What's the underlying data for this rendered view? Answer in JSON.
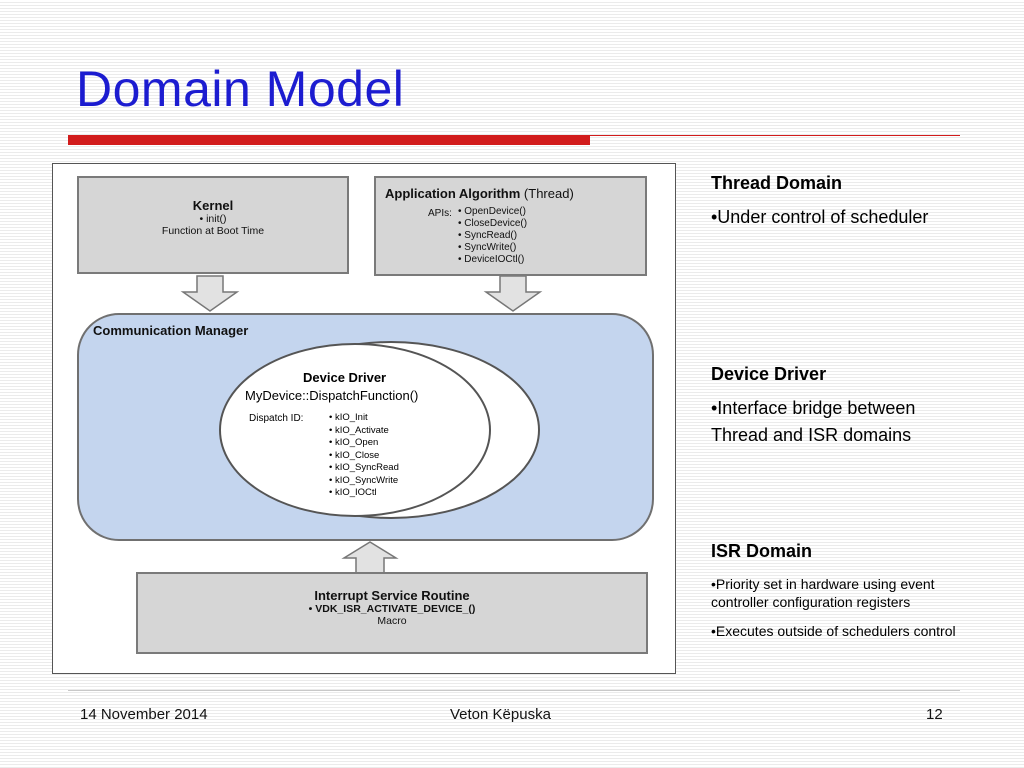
{
  "slide": {
    "title": "Domain Model"
  },
  "diagram": {
    "kernel": {
      "title": "Kernel",
      "lines": [
        "• init()",
        "Function at Boot Time"
      ]
    },
    "application": {
      "title": "Application Algorithm",
      "title_suffix": "(Thread)",
      "apis_label": "APIs:",
      "apis": [
        "• OpenDevice()",
        "• CloseDevice()",
        "• SyncRead()",
        "• SyncWrite()",
        "• DeviceIOCtl()"
      ]
    },
    "communication_manager": {
      "label": "Communication Manager"
    },
    "device_driver": {
      "title": "Device Driver",
      "function": "MyDevice::DispatchFunction()",
      "dispatch_label": "Dispatch ID:",
      "dispatch_ids": [
        "• kIO_Init",
        "• kIO_Activate",
        "• kIO_Open",
        "• kIO_Close",
        "• kIO_SyncRead",
        "• kIO_SyncWrite",
        "• kIO_IOCtl"
      ]
    },
    "isr": {
      "title": "Interrupt Service Routine",
      "line1": "•  VDK_ISR_ACTIVATE_DEVICE_()",
      "line2": "Macro"
    }
  },
  "notes": {
    "thread_domain": {
      "heading": "Thread Domain",
      "bullets": [
        "•Under control of scheduler"
      ]
    },
    "device_driver": {
      "heading": "Device Driver",
      "bullets": [
        "•Interface bridge between Thread and ISR domains"
      ]
    },
    "isr_domain": {
      "heading": "ISR Domain",
      "bullets": [
        "•Priority set in hardware using event controller configuration registers",
        "•Executes outside of schedulers control"
      ]
    }
  },
  "footer": {
    "date": "14 November 2014",
    "author": "Veton Këpuska",
    "page": "12"
  },
  "colors": {
    "title": "#1c1cd0",
    "accent_bar": "#d21c1c",
    "box_fill": "#d6d6d6",
    "comm_fill": "#c4d5ee"
  }
}
